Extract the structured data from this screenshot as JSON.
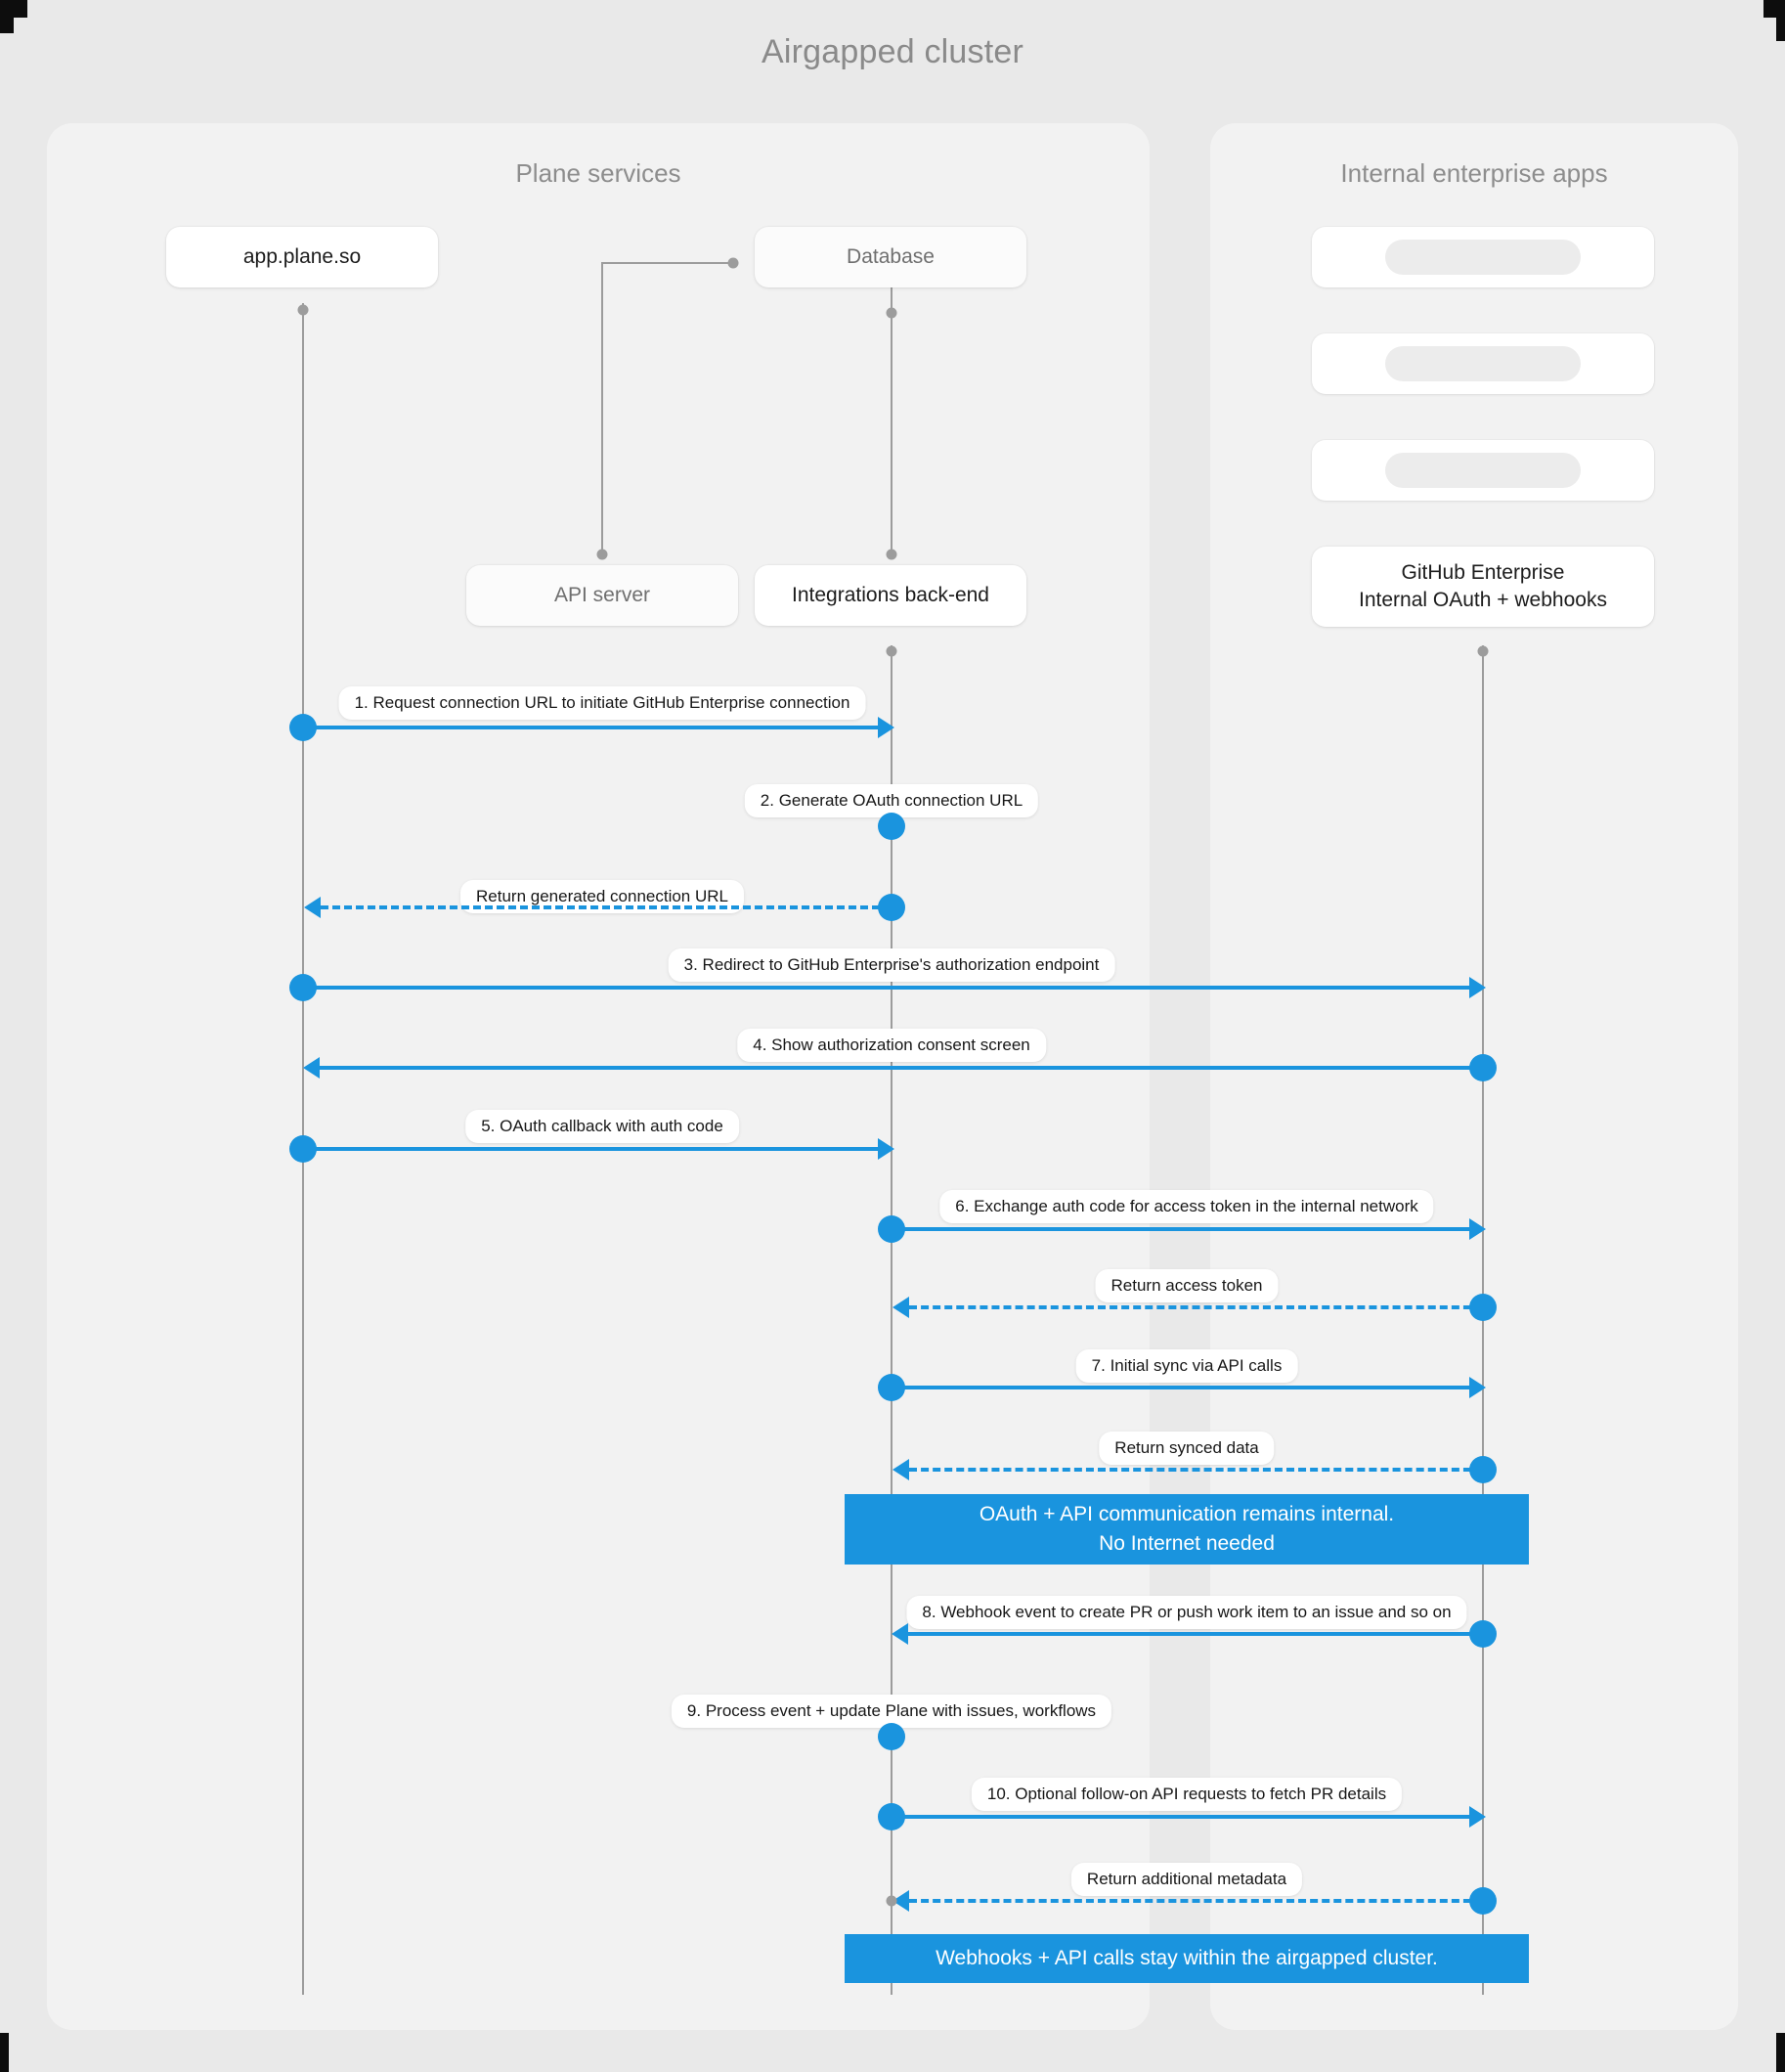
{
  "title": "Airgapped cluster",
  "panels": {
    "left": {
      "title": "Plane services"
    },
    "right": {
      "title": "Internal enterprise apps"
    }
  },
  "participants": {
    "app": "app.plane.so",
    "database": "Database",
    "api_server": "API server",
    "integrations": "Integrations back-end",
    "github": "GitHub Enterprise\nInternal OAuth + webhooks",
    "github_line1": "GitHub Enterprise",
    "github_line2": "Internal OAuth + webhooks"
  },
  "messages": [
    {
      "id": 1,
      "label": "1. Request connection URL to initiate GitHub Enterprise connection",
      "from": "app",
      "to": "integrations",
      "style": "solid"
    },
    {
      "id": 2,
      "label": "2. Generate OAuth connection URL",
      "from": "integrations",
      "to": "integrations",
      "style": "self"
    },
    {
      "id": 3,
      "label": "Return generated connection URL",
      "from": "integrations",
      "to": "app",
      "style": "dashed"
    },
    {
      "id": 4,
      "label": "3. Redirect to GitHub Enterprise's authorization endpoint",
      "from": "app",
      "to": "github",
      "style": "solid"
    },
    {
      "id": 5,
      "label": "4. Show authorization consent screen",
      "from": "github",
      "to": "app",
      "style": "solid"
    },
    {
      "id": 6,
      "label": "5. OAuth callback with auth code",
      "from": "app",
      "to": "integrations",
      "style": "solid"
    },
    {
      "id": 7,
      "label": "6. Exchange auth code for access token in the internal network",
      "from": "integrations",
      "to": "github",
      "style": "solid"
    },
    {
      "id": 8,
      "label": "Return access token",
      "from": "github",
      "to": "integrations",
      "style": "dashed"
    },
    {
      "id": 9,
      "label": "7. Initial sync via API calls",
      "from": "integrations",
      "to": "github",
      "style": "solid"
    },
    {
      "id": 10,
      "label": "Return synced data",
      "from": "github",
      "to": "integrations",
      "style": "dashed"
    },
    {
      "id": 11,
      "label": "8. Webhook event to create PR  or push work item to an issue  and so on",
      "from": "github",
      "to": "integrations",
      "style": "solid"
    },
    {
      "id": 12,
      "label": "9. Process event + update Plane with issues, workflows",
      "from": "integrations",
      "to": "integrations",
      "style": "self"
    },
    {
      "id": 13,
      "label": "10. Optional follow-on API requests to fetch PR details",
      "from": "integrations",
      "to": "github",
      "style": "solid"
    },
    {
      "id": 14,
      "label": "Return additional metadata",
      "from": "github",
      "to": "integrations",
      "style": "dashed"
    }
  ],
  "notes": [
    {
      "id": "note-internal",
      "line1": "OAuth + API communication remains internal.",
      "line2": "No Internet needed"
    },
    {
      "id": "note-airgapped",
      "line1": "Webhooks + API calls stay within the airgapped cluster.",
      "line2": ""
    }
  ],
  "colors": {
    "accent": "#1a94de",
    "page_background": "#e9e9e9",
    "panel_background": "#f2f2f2",
    "lifeline": "#9c9c9c",
    "title_text": "#8a8a8a"
  }
}
